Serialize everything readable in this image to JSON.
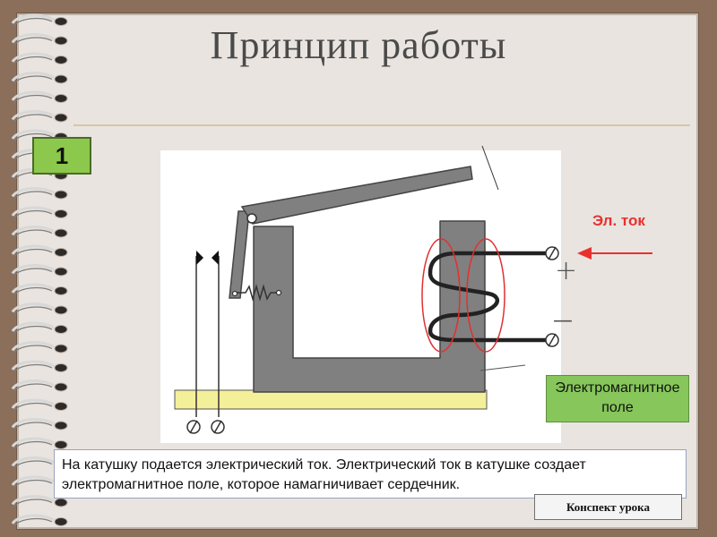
{
  "slide": {
    "title": "Принцип работы",
    "number": "1"
  },
  "diagram": {
    "current_label": "Эл. ток",
    "plus_sign": "+",
    "minus_sign": "—",
    "field_label": "Электромагнитное поле"
  },
  "caption": {
    "text": "На катушку подается электрический ток.  Электрический ток в катушке создает электромагнитное поле, которое намагничивает сердечник."
  },
  "notes_button": {
    "label": "Конспект урока"
  },
  "colors": {
    "background": "#8b6f5b",
    "paper": "#e9e4df",
    "accent_green": "#8cc84b",
    "field_green": "#86c65a",
    "current_red": "#e8312f",
    "core_gray": "#808080",
    "base_yellow": "#f4f09a"
  }
}
